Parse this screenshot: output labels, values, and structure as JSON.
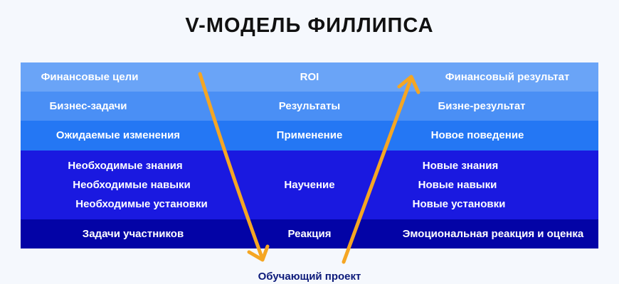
{
  "title": "V-МОДЕЛЬ ФИЛЛИПСА",
  "rows": [
    {
      "left": "Финансовые цели",
      "middle": "ROI",
      "right": "Финансовый результат"
    },
    {
      "left": "Бизнес-задачи",
      "middle": "Результаты",
      "right": "Бизне-результат"
    },
    {
      "left": "Ожидаемые изменения",
      "middle": "Применение",
      "right": "Новое поведение"
    },
    {
      "left": [
        "Необходимые знания",
        "Необходимые навыки",
        "Необходимые установки"
      ],
      "middle": "Научение",
      "right": [
        "Новые знания",
        "Новые навыки",
        "Новые установки"
      ]
    },
    {
      "left": "Задачи участников",
      "middle": "Реакция",
      "right": "Эмоциональная реакция и оценка"
    }
  ],
  "bottom_label": "Обучающий проект",
  "colors": {
    "row_shades": [
      "#6aa4f7",
      "#4a8ff5",
      "#2477f4",
      "#1a19e0",
      "#0303a6"
    ],
    "arrow": "#f5a623",
    "label": "#0c1a7a"
  }
}
